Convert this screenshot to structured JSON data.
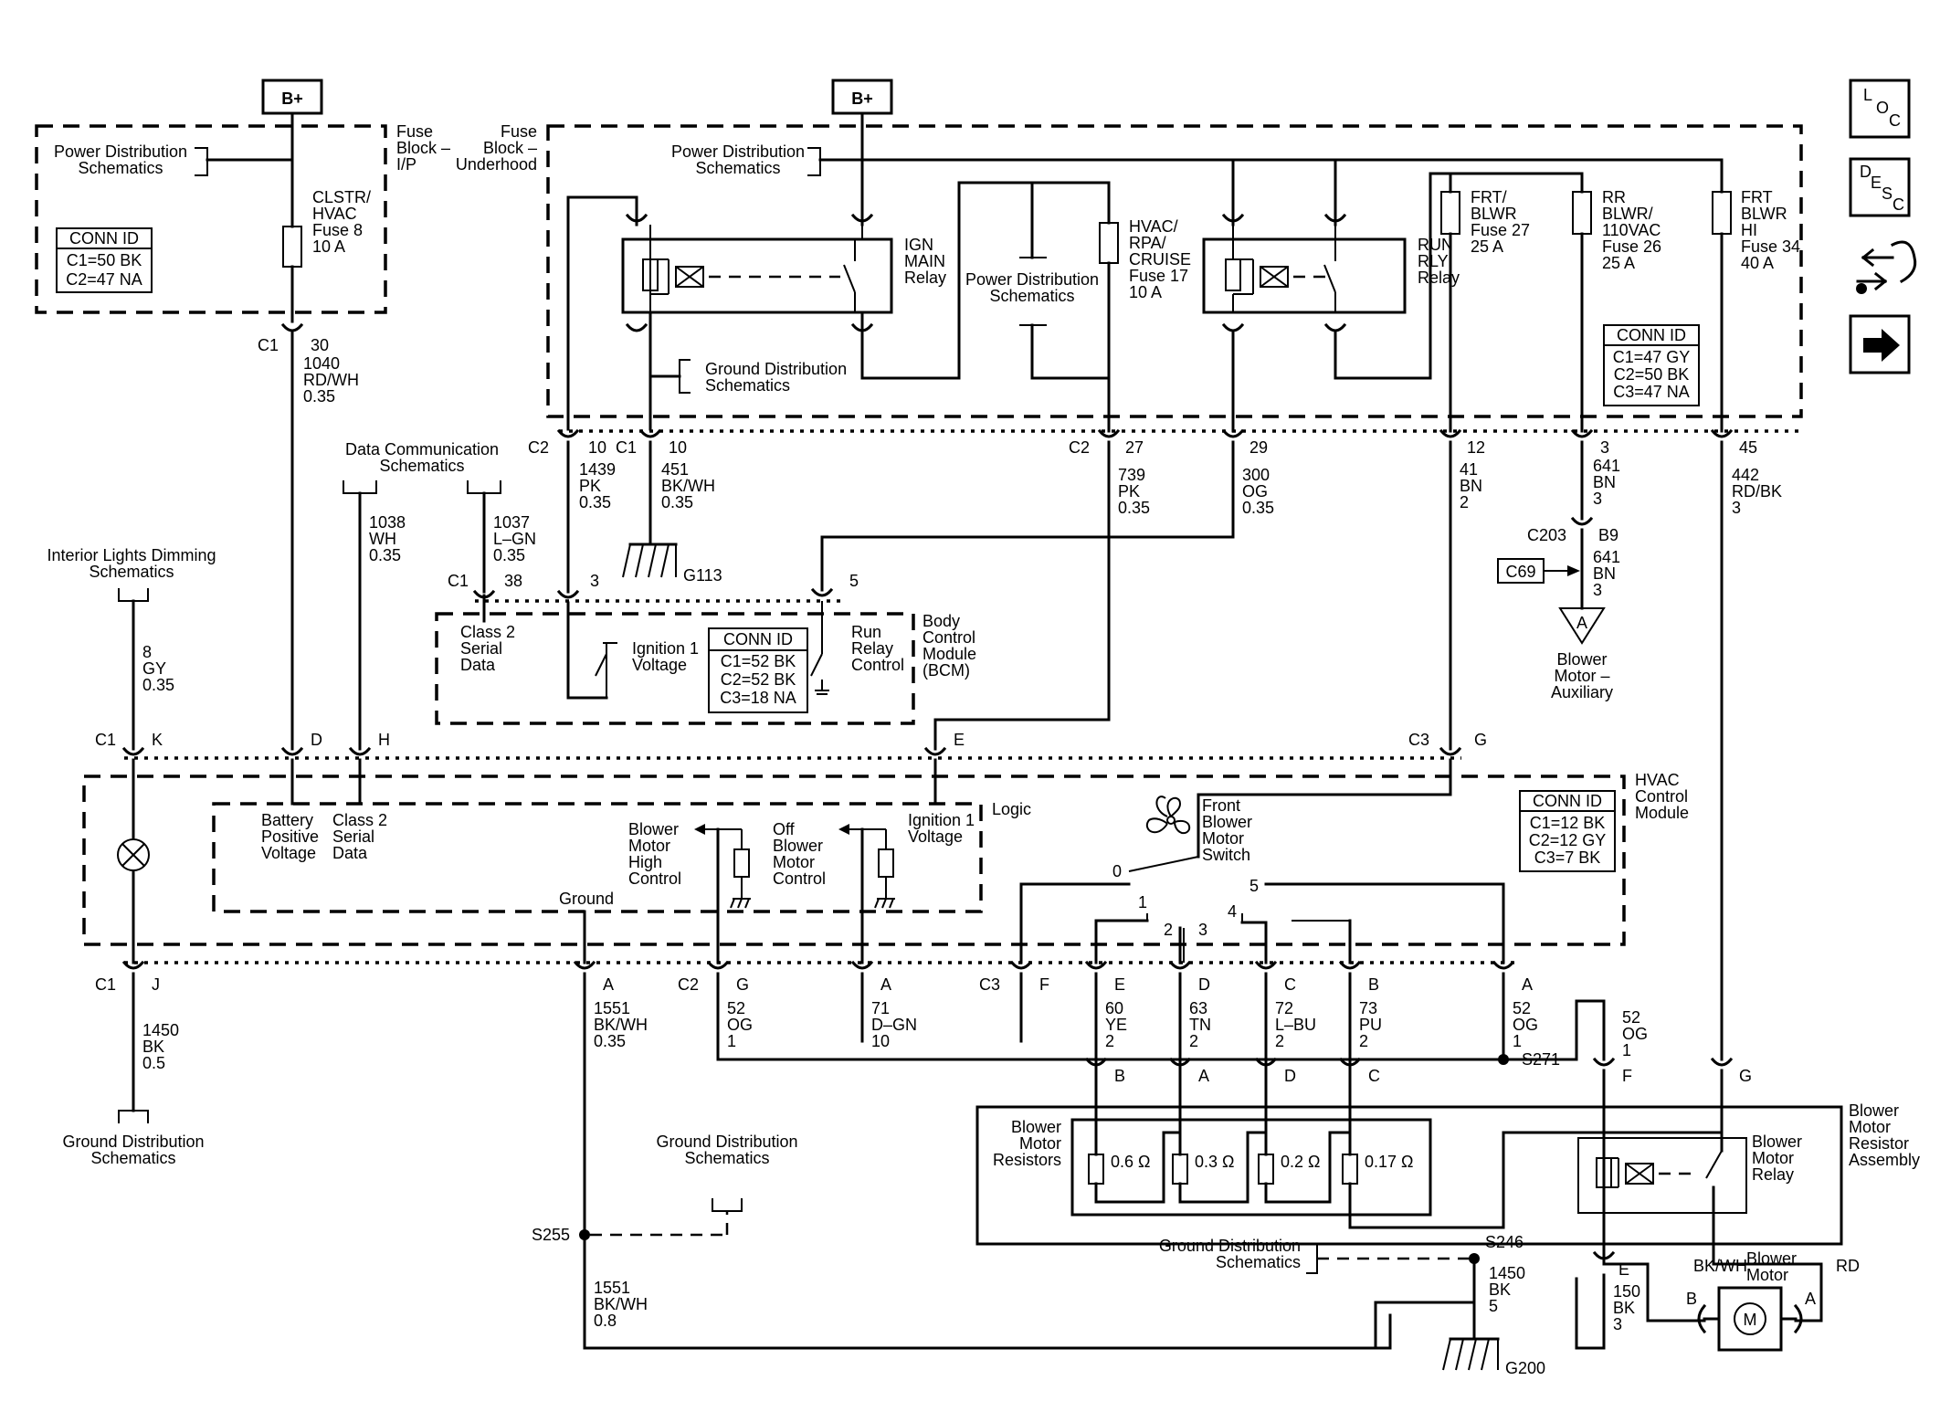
{
  "power": {
    "b_plus_left": "B+",
    "b_plus_right": "B+"
  },
  "fuse_block_ip": {
    "title": [
      "Fuse",
      "Block –",
      "I/P"
    ],
    "power_dist": [
      "Power Distribution",
      "Schematics"
    ],
    "fuse": [
      "CLSTR/",
      "HVAC",
      "Fuse 8",
      "10 A"
    ],
    "conn_id": {
      "header": "CONN ID",
      "lines": [
        "C1=50 BK",
        "C2=47 NA"
      ]
    }
  },
  "fuse_block_underhood": {
    "title": [
      "Fuse",
      "Block –",
      "Underhood"
    ],
    "power_dist": [
      "Power Distribution",
      "Schematics"
    ],
    "ign_relay": [
      "IGN",
      "MAIN",
      "Relay"
    ],
    "power_dist_center": [
      "Power Distribution",
      "Schematics"
    ],
    "fuse17": [
      "HVAC/",
      "RPA/",
      "CRUISE",
      "Fuse 17",
      "10 A"
    ],
    "run_relay": [
      "RUN",
      "RLY",
      "Relay"
    ],
    "fuse27": [
      "FRT/",
      "BLWR",
      "Fuse 27",
      "25 A"
    ],
    "fuse26": [
      "RR",
      "BLWR/",
      "110VAC",
      "Fuse 26",
      "25 A"
    ],
    "fuse34": [
      "FRT",
      "BLWR",
      "HI",
      "Fuse 34",
      "40 A"
    ],
    "ground_dist": [
      "Ground Distribution",
      "Schematics"
    ],
    "conn_id": {
      "header": "CONN ID",
      "lines": [
        "C1=47 GY",
        "C2=50 BK",
        "C3=47 NA"
      ]
    }
  },
  "wires": {
    "w_1040": [
      "C1",
      "30",
      "1040",
      "RD/WH",
      "0.35"
    ],
    "w_1439": [
      "C2",
      "10",
      "1439",
      "PK",
      "0.35"
    ],
    "w_451": [
      "C1",
      "10",
      "451",
      "BK/WH",
      "0.35"
    ],
    "w_739": [
      "C2",
      "27",
      "739",
      "PK",
      "0.35"
    ],
    "w_300": [
      "29",
      "300",
      "OG",
      "0.35"
    ],
    "w_41": [
      "12",
      "41",
      "BN",
      "2"
    ],
    "w_641": [
      "3",
      "641",
      "BN",
      "3"
    ],
    "w_442": [
      "45",
      "442",
      "RD/BK",
      "3"
    ],
    "w_1038": [
      "1038",
      "WH",
      "0.35"
    ],
    "w_1037": [
      "1037",
      "L–GN",
      "0.35"
    ],
    "w_8": [
      "8",
      "GY",
      "0.35"
    ],
    "w_1450_j": [
      "1450",
      "BK",
      "0.5"
    ],
    "w_1551_a": [
      "1551",
      "BK/WH",
      "0.35"
    ],
    "w_1551_b": [
      "1551",
      "BK/WH",
      "0.8"
    ],
    "w_52g": [
      "52",
      "OG",
      "1"
    ],
    "w_71": [
      "71",
      "D–GN",
      "10"
    ],
    "w_60": [
      "60",
      "YE",
      "2"
    ],
    "w_63": [
      "63",
      "TN",
      "2"
    ],
    "w_72": [
      "72",
      "L–BU",
      "2"
    ],
    "w_73": [
      "73",
      "PU",
      "2"
    ],
    "w_52a": [
      "52",
      "OG",
      "1"
    ],
    "w_52f": [
      "52",
      "OG",
      "1"
    ],
    "w_1450_s": [
      "1450",
      "BK",
      "5"
    ],
    "w_150": [
      "150",
      "BK",
      "3"
    ],
    "w_641b": [
      "641",
      "BN",
      "3"
    ]
  },
  "ground_g113": "G113",
  "ground_g200": "G200",
  "data_comm": [
    "Data Communication",
    "Schematics"
  ],
  "interior_dimming": [
    "Interior Lights Dimming",
    "Schematics"
  ],
  "ground_dist_left": [
    "Ground Distribution",
    "Schematics"
  ],
  "ground_dist_mid": [
    "Ground Distribution",
    "Schematics"
  ],
  "ground_dist_bottom": [
    "Ground Distribution",
    "Schematics"
  ],
  "bcm": {
    "title": [
      "Body",
      "Control",
      "Module",
      "(BCM)"
    ],
    "class2": [
      "Class 2",
      "Serial",
      "Data"
    ],
    "ign1": [
      "Ignition 1",
      "Voltage"
    ],
    "run_relay": [
      "Run",
      "Relay",
      "Control"
    ],
    "conn_id": {
      "header": "CONN ID",
      "lines": [
        "C1=52 BK",
        "C2=52 BK",
        "C3=18 NA"
      ]
    },
    "pins": {
      "c1": "C1",
      "p38": "38",
      "p3": "3",
      "p5": "5"
    }
  },
  "aux": {
    "c203": "C203",
    "b9": "B9",
    "c69": "C69",
    "a": "A",
    "label": [
      "Blower",
      "Motor –",
      "Auxiliary"
    ]
  },
  "hvac": {
    "title": [
      "HVAC",
      "Control",
      "Module"
    ],
    "logic": "Logic",
    "battery": [
      "Battery",
      "Positive",
      "Voltage"
    ],
    "class2": [
      "Class 2",
      "Serial",
      "Data"
    ],
    "ground": "Ground",
    "blower_high": [
      "Blower",
      "Motor",
      "High",
      "Control"
    ],
    "off_blower": [
      "Off",
      "Blower",
      "Motor",
      "Control"
    ],
    "ign1": [
      "Ignition 1",
      "Voltage"
    ],
    "switch": [
      "Front",
      "Blower",
      "Motor",
      "Switch"
    ],
    "conn_id": {
      "header": "CONN ID",
      "lines": [
        "C1=12 BK",
        "C2=12 GY",
        "C3=7 BK"
      ]
    },
    "switch_positions": [
      "0",
      "1",
      "2",
      "3",
      "4",
      "5"
    ],
    "top_pins": {
      "c1": "C1",
      "k": "K",
      "d": "D",
      "h": "H",
      "e": "E",
      "c3": "C3",
      "g": "G"
    },
    "bottom_pins": {
      "c1": "C1",
      "j": "J",
      "a": "A",
      "c2": "C2",
      "g": "G",
      "a2": "A",
      "c3": "C3",
      "f": "F",
      "e": "E",
      "d": "D",
      "c": "C",
      "b": "B",
      "a3": "A"
    }
  },
  "splices": {
    "s271": "S271",
    "s255": "S255",
    "s246": "S246"
  },
  "resistor_assembly": {
    "title": [
      "Blower",
      "Motor",
      "Resistor",
      "Assembly"
    ],
    "resistors_label": [
      "Blower",
      "Motor",
      "Resistors"
    ],
    "values": [
      "0.6 Ω",
      "0.3 Ω",
      "0.2 Ω",
      "0.17 Ω"
    ],
    "relay": [
      "Blower",
      "Motor",
      "Relay"
    ],
    "pins": [
      "B",
      "A",
      "D",
      "C",
      "F",
      "G",
      "E"
    ]
  },
  "blower_motor": {
    "title": [
      "Blower",
      "Motor"
    ],
    "bkwh": "BK/WH",
    "rd": "RD",
    "b": "B",
    "a": "A",
    "m": "M"
  },
  "nav": {
    "loc": [
      "L",
      "O",
      "C"
    ],
    "desc": [
      "D",
      "E",
      "S",
      "C"
    ]
  }
}
